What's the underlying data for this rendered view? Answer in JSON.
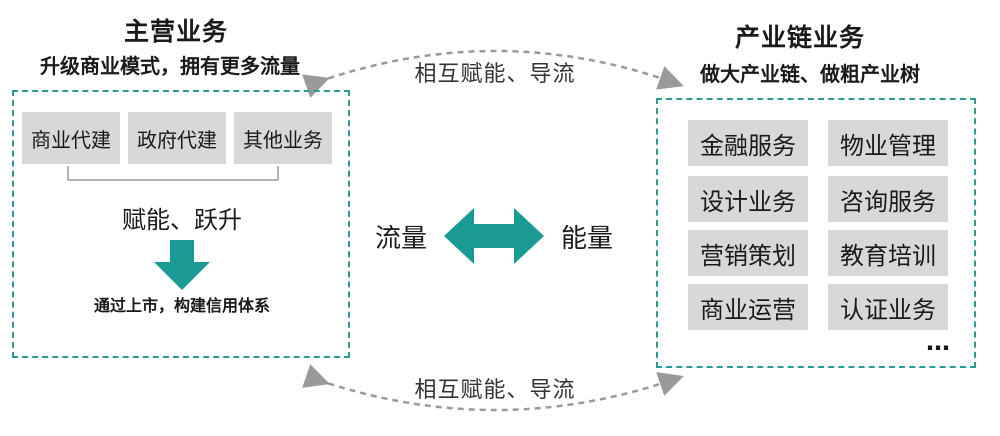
{
  "left": {
    "title": "主营业务",
    "subtitle": "升级商业模式，拥有更多流量",
    "tiles": [
      "商业代建",
      "政府代建",
      "其他业务"
    ],
    "effect": "赋能、跃升",
    "note": "通过上市，构建信用体系"
  },
  "right": {
    "title": "产业链业务",
    "subtitle": "做大产业链、做粗产业树",
    "tiles": [
      "金融服务",
      "物业管理",
      "设计业务",
      "咨询服务",
      "营销策划",
      "教育培训",
      "商业运营",
      "认证业务"
    ],
    "more": "…"
  },
  "center": {
    "top_arc_label": "相互赋能、导流",
    "bottom_arc_label": "相互赋能、导流",
    "flow": "流量",
    "energy": "能量"
  },
  "colors": {
    "accent": "#1a9a94",
    "tile_bg": "#d8d8d8",
    "arc": "#9a9a9a"
  }
}
